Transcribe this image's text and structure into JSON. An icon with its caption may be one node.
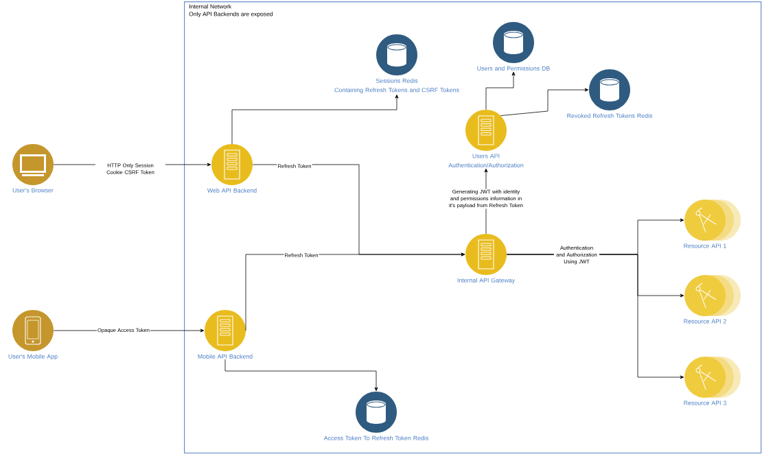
{
  "diagram": {
    "nodes": [
      {
        "text": [
          "Internal Network",
          "Only API Backends are exposed"
        ]
      },
      {
        "text": [
          "User's Browser"
        ]
      },
      {
        "text": [
          "Web API Backend"
        ],
        "in": 0
      },
      {
        "text": [
          "Sessions Redis",
          "Containing Refresh Tokens and CSRF Tokens"
        ],
        "in": 0
      },
      {
        "text": [
          "Users and Permissions DB"
        ],
        "in": 0
      },
      {
        "text": [
          "Revoked Refresh Tokens Redis"
        ],
        "in": 0
      },
      {
        "text": [
          "Users API",
          "Authentication/Authorization"
        ],
        "in": 0
      },
      {
        "text": [
          "Internal API Gateway"
        ],
        "in": 0
      },
      {
        "text": [
          "Resource API 1"
        ],
        "in": 0
      },
      {
        "text": [
          "Resource API 2"
        ],
        "in": 0
      },
      {
        "text": [
          "Resource API 3"
        ],
        "in": 0
      },
      {
        "text": [
          "User's Mobile App"
        ]
      },
      {
        "text": [
          "Mobile API Backend"
        ],
        "in": 0
      },
      {
        "text": [
          "Access Token To Refresh Token Redis"
        ],
        "in": 0
      }
    ],
    "edges": [
      {
        "from": 1,
        "to": 2,
        "arrow": "to",
        "label": "HTTP Only Session Cookie CSRF Token"
      },
      {
        "from": 2,
        "to": 3,
        "arrow": "to"
      },
      {
        "from": 2,
        "to": 7,
        "arrow": "to",
        "label": "Refresh Token"
      },
      {
        "from": 12,
        "to": 7,
        "arrow": "to",
        "label": "Refresh Token"
      },
      {
        "from": 11,
        "to": 12,
        "arrow": "to",
        "label": "Opaque Access Token"
      },
      {
        "from": 12,
        "to": 13,
        "arrow": "to"
      },
      {
        "from": 7,
        "to": 6,
        "arrow": "to",
        "label": "Generating JWT with identity and permissions information in it's payload from Refresh Token"
      },
      {
        "from": 6,
        "to": 4,
        "arrow": "to"
      },
      {
        "from": 6,
        "to": 5,
        "arrow": "to"
      },
      {
        "from": 7,
        "to": 8,
        "arrow": "to",
        "label": "Authentication and Authorization Using JWT"
      },
      {
        "from": 7,
        "to": 9,
        "arrow": "to"
      },
      {
        "from": 7,
        "to": 10,
        "arrow": "to"
      }
    ]
  }
}
